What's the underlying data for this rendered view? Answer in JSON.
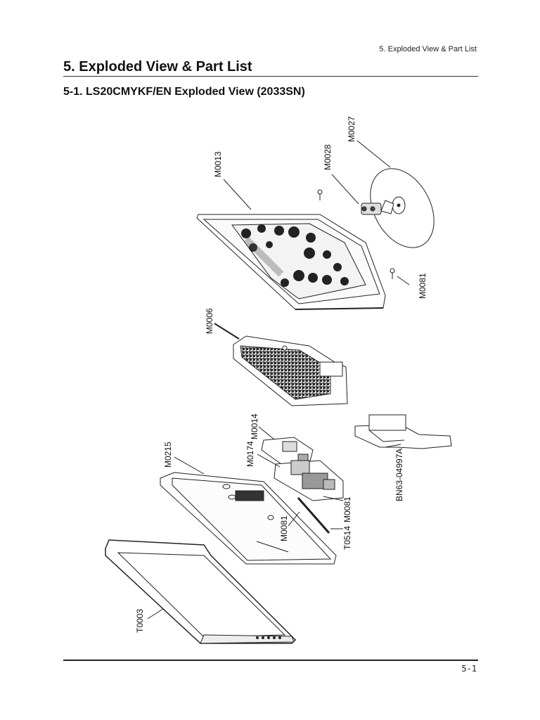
{
  "page": {
    "header_right": "5. Exploded View & Part List",
    "section_title": "5. Exploded View & Part List",
    "subsection_title": "5-1. LS20CMYKF/EN Exploded View (2033SN)",
    "page_number": "5-1"
  },
  "part_labels": {
    "m0027": "M0027",
    "m0028": "M0028",
    "m0013": "M0013",
    "m0081_top": "M0081",
    "m0006": "M0006",
    "m0014": "M0014",
    "m0174": "M0174",
    "m0215": "M0215",
    "bn63": "BN63-04997A",
    "m0081_mid": "M0081",
    "m0081_low": "M0081",
    "t0514": "T0514",
    "t0003": "T0003"
  }
}
